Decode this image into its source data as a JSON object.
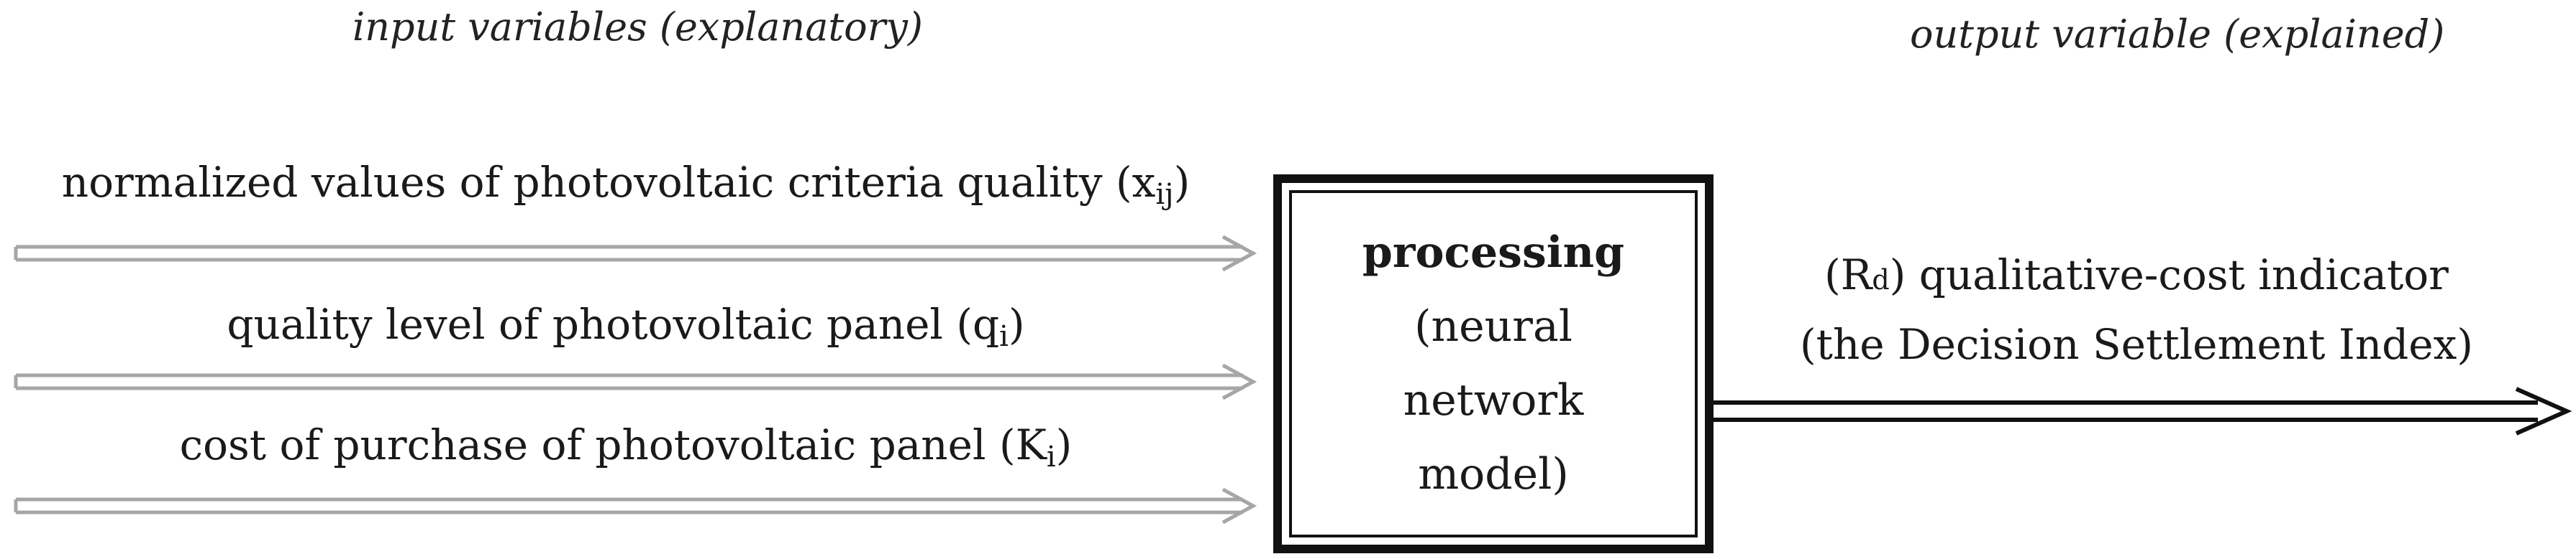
{
  "headers": {
    "inputs": "input variables (explanatory)",
    "output": "output variable (explained)"
  },
  "inputs": [
    {
      "text": "normalized values of photovoltaic criteria quality (x",
      "sub": "ij",
      "close": ")"
    },
    {
      "text": "quality level of photovoltaic panel (q",
      "sub": "i",
      "close": ")"
    },
    {
      "text": "cost of purchase of photovoltaic panel (K",
      "sub": "i",
      "close": ")"
    }
  ],
  "box": {
    "title": "processing",
    "line1": "(neural",
    "line2": "network",
    "line3": "model)"
  },
  "output": {
    "open": "(R",
    "sub": "d",
    "line1_rest": ") qualitative-cost indicator",
    "line2": "(the Decision Settlement Index)"
  },
  "colors": {
    "input_arrow": "#a6a6a6",
    "output_arrow": "#111111",
    "box_border": "#111111"
  }
}
